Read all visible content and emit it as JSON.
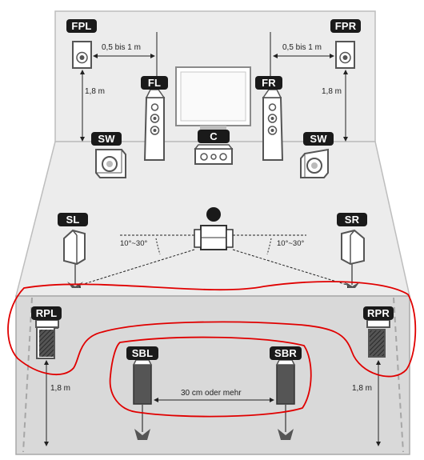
{
  "speakers": {
    "front_presence_left": "FPL",
    "front_presence_right": "FPR",
    "front_left": "FL",
    "front_right": "FR",
    "center": "C",
    "subwoofer": "SW",
    "surround_left": "SL",
    "surround_right": "SR",
    "rear_presence_left": "RPL",
    "rear_presence_right": "RPR",
    "surround_back_left": "SBL",
    "surround_back_right": "SBR"
  },
  "measurements": {
    "presence_distance": "0,5 bis 1 m",
    "height": "1,8 m",
    "back_spacing": "30 cm oder mehr",
    "angle": "10°~30°"
  },
  "colors": {
    "room_fill": "#ececec",
    "rear_zone_fill": "#d9d9d9",
    "badge": "#1a1a1a",
    "annotation": "#e00000"
  }
}
